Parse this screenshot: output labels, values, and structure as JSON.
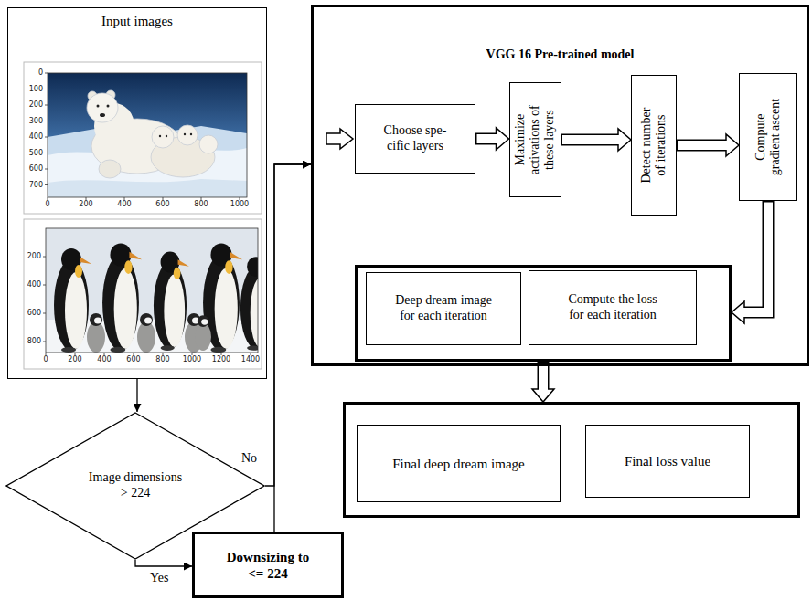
{
  "diagram": {
    "nodes": [
      {
        "text": [
          "Input images"
        ]
      },
      {
        "text": [
          "Image dimensions > 224"
        ]
      },
      {
        "text": [
          "Downsizing to <= 224"
        ]
      },
      {
        "text": [
          "VGG 16 Pre-trained model"
        ]
      },
      {
        "text": [
          "Choose spe- cific layers"
        ],
        "in": 3
      },
      {
        "text": [
          "Maximize activations of these layers"
        ],
        "in": 3
      },
      {
        "text": [
          "Detect number of iterations"
        ],
        "in": 3
      },
      {
        "text": [
          "Compute gradient ascent"
        ],
        "in": 3
      },
      {
        "text": [],
        "in": 3
      },
      {
        "text": [
          "Deep dream image for each iteration"
        ],
        "in": 8
      },
      {
        "text": [
          "Compute the loss for each iteration"
        ],
        "in": 8
      },
      {
        "text": []
      },
      {
        "text": [
          "Final deep dream image"
        ],
        "in": 11
      },
      {
        "text": [
          "Final loss value"
        ],
        "in": 11
      }
    ],
    "edges": [
      {
        "from": 0,
        "to": 1,
        "arrow": "to"
      },
      {
        "from": 1,
        "to": 2,
        "label": "Yes",
        "arrow": "to"
      },
      {
        "from": 1,
        "to": 3,
        "label": "No",
        "arrow": "to"
      },
      {
        "from": 2,
        "to": 3,
        "arrow": "to"
      },
      {
        "from": 4,
        "to": 5,
        "arrow": "to"
      },
      {
        "from": 5,
        "to": 6,
        "arrow": "to"
      },
      {
        "from": 6,
        "to": 7,
        "arrow": "to"
      },
      {
        "from": 7,
        "to": 8,
        "arrow": "to"
      },
      {
        "from": 8,
        "to": 11,
        "arrow": "to"
      }
    ],
    "labels": [
      "0",
      "100",
      "200",
      "300",
      "400",
      "500",
      "600",
      "700",
      "0",
      "200",
      "400",
      "600",
      "800",
      "1000",
      "200",
      "400",
      "600",
      "800",
      "0",
      "200",
      "400",
      "600",
      "800",
      "1000",
      "1200",
      "1400"
    ]
  }
}
